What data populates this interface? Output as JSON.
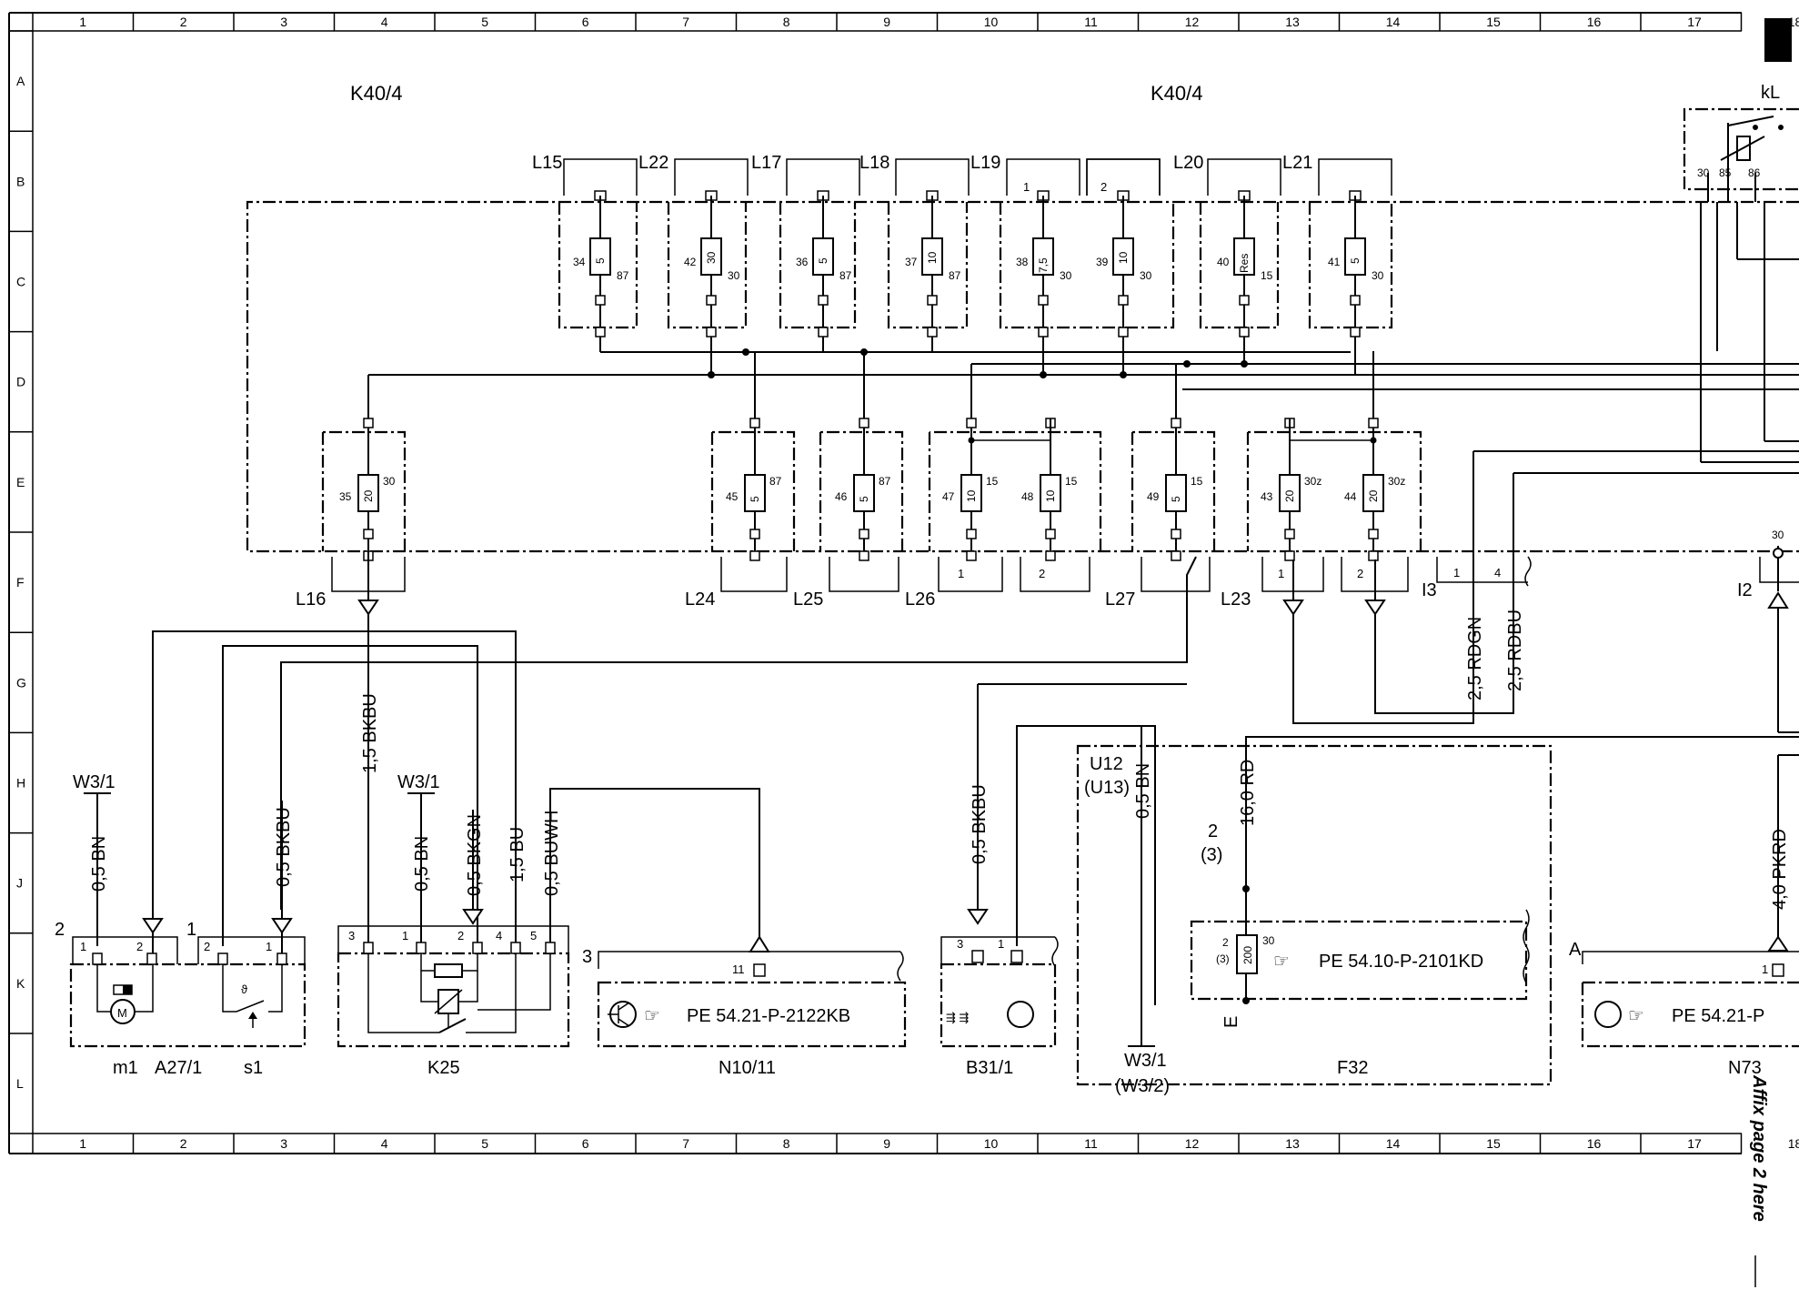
{
  "grid": {
    "columns": [
      "1",
      "2",
      "3",
      "4",
      "5",
      "6",
      "7",
      "8",
      "9",
      "10",
      "11",
      "12",
      "13",
      "14",
      "15",
      "16",
      "17",
      "18"
    ],
    "rows": [
      "A",
      "B",
      "C",
      "D",
      "E",
      "F",
      "G",
      "H",
      "J",
      "K",
      "L"
    ]
  },
  "modules": {
    "k40_left": "K40/4",
    "k40_right": "K40/4",
    "kl": "kL"
  },
  "fuses_top": [
    {
      "num": "34",
      "rating": "5",
      "term": "87",
      "group": "L15"
    },
    {
      "num": "42",
      "rating": "30",
      "term": "30",
      "group": "L22"
    },
    {
      "num": "36",
      "rating": "5",
      "term": "87",
      "group": "L17"
    },
    {
      "num": "37",
      "rating": "10",
      "term": "87",
      "group": "L18"
    },
    {
      "num": "38",
      "rating": "7,5",
      "term": "30",
      "group": "L19"
    },
    {
      "num": "39",
      "rating": "10",
      "term": "30",
      "group": ""
    },
    {
      "num": "40",
      "rating": "Res",
      "term": "15",
      "group": "L20"
    },
    {
      "num": "41",
      "rating": "5",
      "term": "30",
      "group": "L21"
    }
  ],
  "l19_pins": [
    "1",
    "2"
  ],
  "fuses_bottom": [
    {
      "num": "35",
      "rating": "20",
      "term": "30"
    },
    {
      "num": "45",
      "rating": "5",
      "term": "87"
    },
    {
      "num": "46",
      "rating": "5",
      "term": "87"
    },
    {
      "num": "47",
      "rating": "10",
      "term": "15"
    },
    {
      "num": "48",
      "rating": "10",
      "term": "15"
    },
    {
      "num": "49",
      "rating": "5",
      "term": "15"
    },
    {
      "num": "43",
      "rating": "20",
      "term": "30z"
    },
    {
      "num": "44",
      "rating": "20",
      "term": "30z"
    }
  ],
  "connector_groups": [
    "L16",
    "L24",
    "L25",
    "L26",
    "L27",
    "L23",
    "I3",
    "I2"
  ],
  "pin_labels": {
    "l26": [
      "1",
      "2"
    ],
    "l23": [
      "1",
      "2"
    ],
    "i3": [
      "1",
      "4"
    ],
    "i2": "30",
    "kl_pins": [
      "30",
      "85",
      "86"
    ]
  },
  "wires": {
    "bkbu_l16": "1,5 BKBU",
    "rdgn": "2,5 RDGN",
    "rdbu": "2,5 RDBU",
    "m1_bn": "0,5 BN",
    "s1_bkbu": "0,5 BKBU",
    "k25_bn": "0,5 BN",
    "k25_bkgn": "0,5 BKGN",
    "k25_bu": "1,5 BU",
    "k25_buwh": "0,5 BUWH",
    "b31_bkbu": "0,5 BKBU",
    "u12_bn": "0,5 BN",
    "f32_rd": "16,0 RD",
    "n73_pkrd": "4,0 PKRD"
  },
  "grounds": {
    "g1": "W3/1",
    "g2": "W3/1",
    "g3": "W3/1",
    "g3b": "(W3/2)"
  },
  "components": {
    "m1": "m1",
    "a27": "A27/1",
    "s1": "s1",
    "k25": "K25",
    "n10": "N10/11",
    "b31": "B31/1",
    "f32": "F32",
    "n73": "N73",
    "u12": "U12",
    "u13": "(U13)"
  },
  "refs": {
    "n10": "PE 54.21-P-2122KB",
    "f32": "PE 54.10-P-2101KD",
    "n73": "PE 54.21-P"
  },
  "pins": {
    "m1": [
      "2",
      "1",
      "2"
    ],
    "s1": [
      "1",
      "2",
      "1"
    ],
    "k25": [
      "3",
      "1",
      "2",
      "4",
      "5"
    ],
    "n10": [
      "3",
      "11"
    ],
    "b31": [
      "3",
      "1"
    ],
    "f32": [
      "2",
      "(3)",
      "30",
      "2",
      "(3)",
      "E"
    ],
    "f32_fuse": "200",
    "n73": [
      "A",
      "1"
    ]
  },
  "side_note": "Affix page 2 here"
}
